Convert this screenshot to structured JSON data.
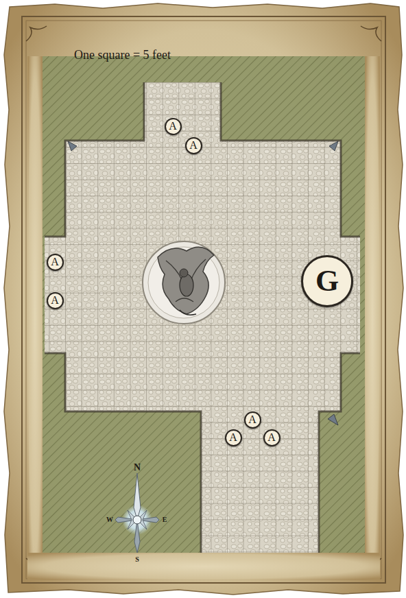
{
  "diagram": {
    "nodes": [
      {
        "text": [
          "A"
        ]
      },
      {
        "text": [
          "A"
        ]
      },
      {
        "text": [
          "A"
        ]
      },
      {
        "text": [
          "G"
        ]
      },
      {
        "text": [
          "A"
        ]
      },
      {
        "text": [
          "A"
        ]
      },
      {
        "text": [
          "A"
        ]
      },
      {
        "text": [
          "A"
        ]
      }
    ],
    "labels": [
      "One square = 5 feet",
      "N",
      "W",
      "E",
      "S"
    ]
  }
}
